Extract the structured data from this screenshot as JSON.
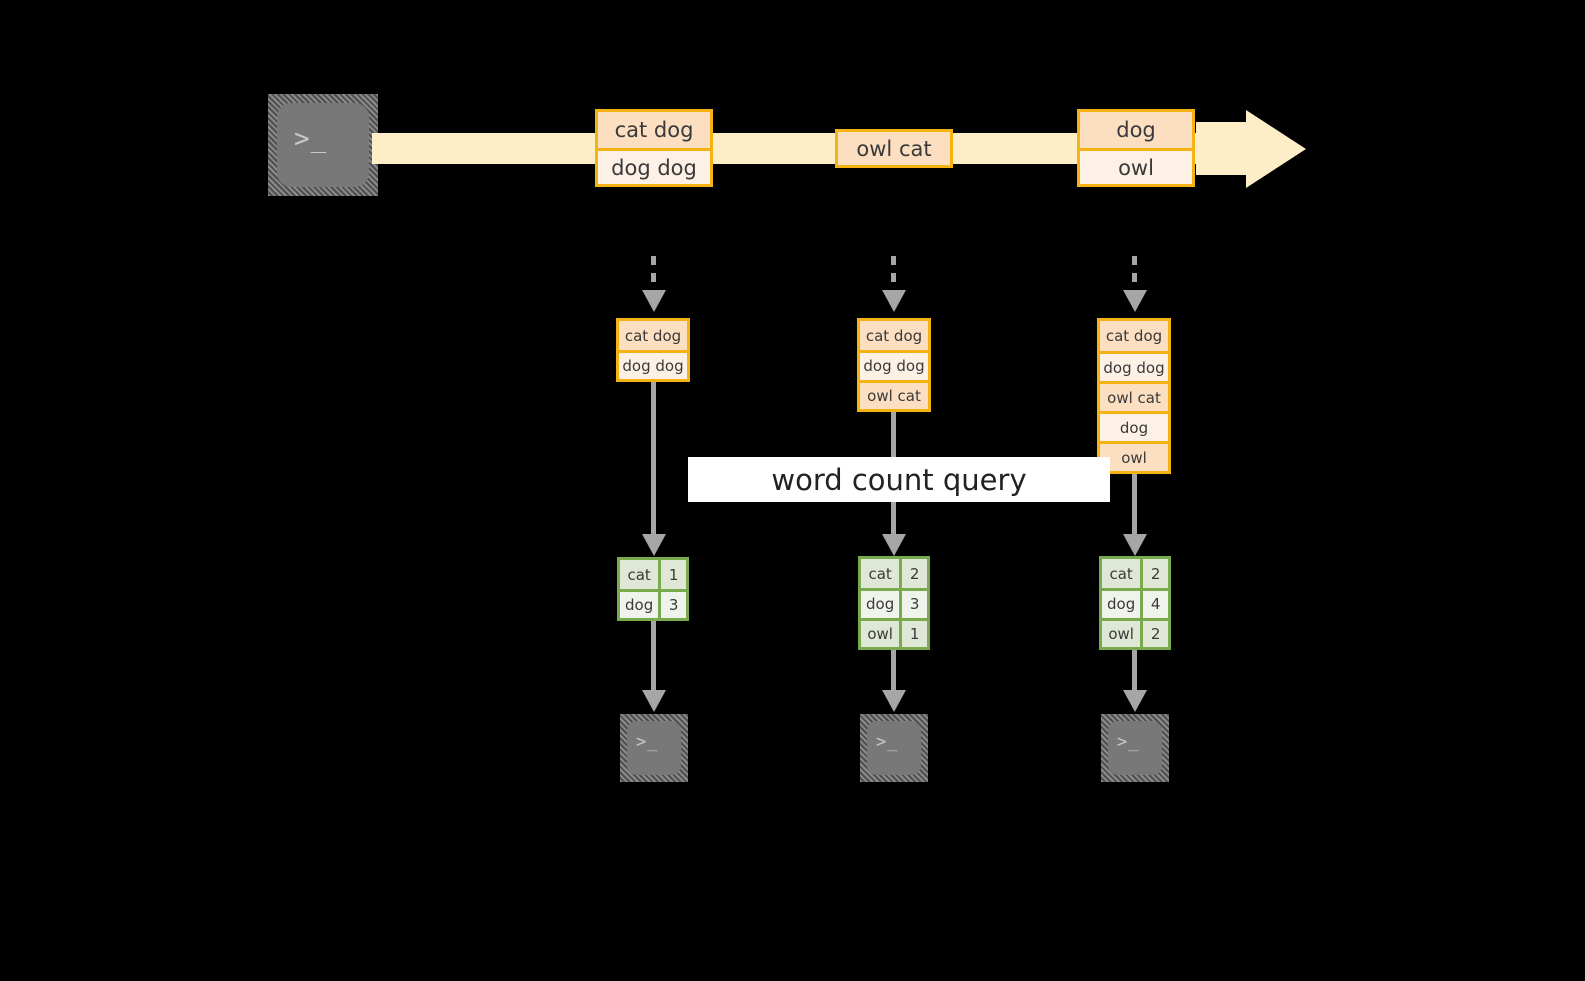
{
  "diagram": {
    "title_label": "word count query",
    "colors": {
      "event_border": "#f5b213",
      "event_fill_dark": "#fbdfc0",
      "event_fill_light": "#fdf1e6",
      "stream_fill": "#fdeec8",
      "table_border": "#79ab4d",
      "table_fill_dark": "#dfe8d6",
      "table_fill_light": "#eff3ec",
      "connector": "#a6a6a6",
      "terminal_body": "#787878",
      "background": "#000000",
      "label_band": "#ffffff"
    },
    "producer_terminal": {
      "glyph": ">_",
      "icon": "terminal-icon"
    },
    "stream": {
      "icon": "right-arrow-icon",
      "events": [
        {
          "name": "event-batch-1",
          "lines": [
            "cat dog",
            "dog dog"
          ]
        },
        {
          "name": "event-batch-2",
          "lines": [
            "owl cat"
          ]
        },
        {
          "name": "event-batch-3",
          "lines": [
            "dog",
            "owl"
          ]
        }
      ]
    },
    "snapshots": [
      {
        "name": "snapshot-1",
        "lines": [
          "cat dog",
          "dog dog"
        ]
      },
      {
        "name": "snapshot-2",
        "lines": [
          "cat dog",
          "dog dog",
          "owl cat"
        ]
      },
      {
        "name": "snapshot-3",
        "lines": [
          "cat dog",
          "dog dog",
          "owl cat",
          "dog",
          "owl"
        ]
      }
    ],
    "results": [
      {
        "name": "result-1",
        "rows": [
          [
            "cat",
            "1"
          ],
          [
            "dog",
            "3"
          ]
        ]
      },
      {
        "name": "result-2",
        "rows": [
          [
            "cat",
            "2"
          ],
          [
            "dog",
            "3"
          ],
          [
            "owl",
            "1"
          ]
        ]
      },
      {
        "name": "result-3",
        "rows": [
          [
            "cat",
            "2"
          ],
          [
            "dog",
            "4"
          ],
          [
            "owl",
            "2"
          ]
        ]
      }
    ],
    "consumer_terminals": [
      {
        "name": "consumer-terminal-1",
        "glyph": ">_"
      },
      {
        "name": "consumer-terminal-2",
        "glyph": ">_"
      },
      {
        "name": "consumer-terminal-3",
        "glyph": ">_"
      }
    ]
  }
}
